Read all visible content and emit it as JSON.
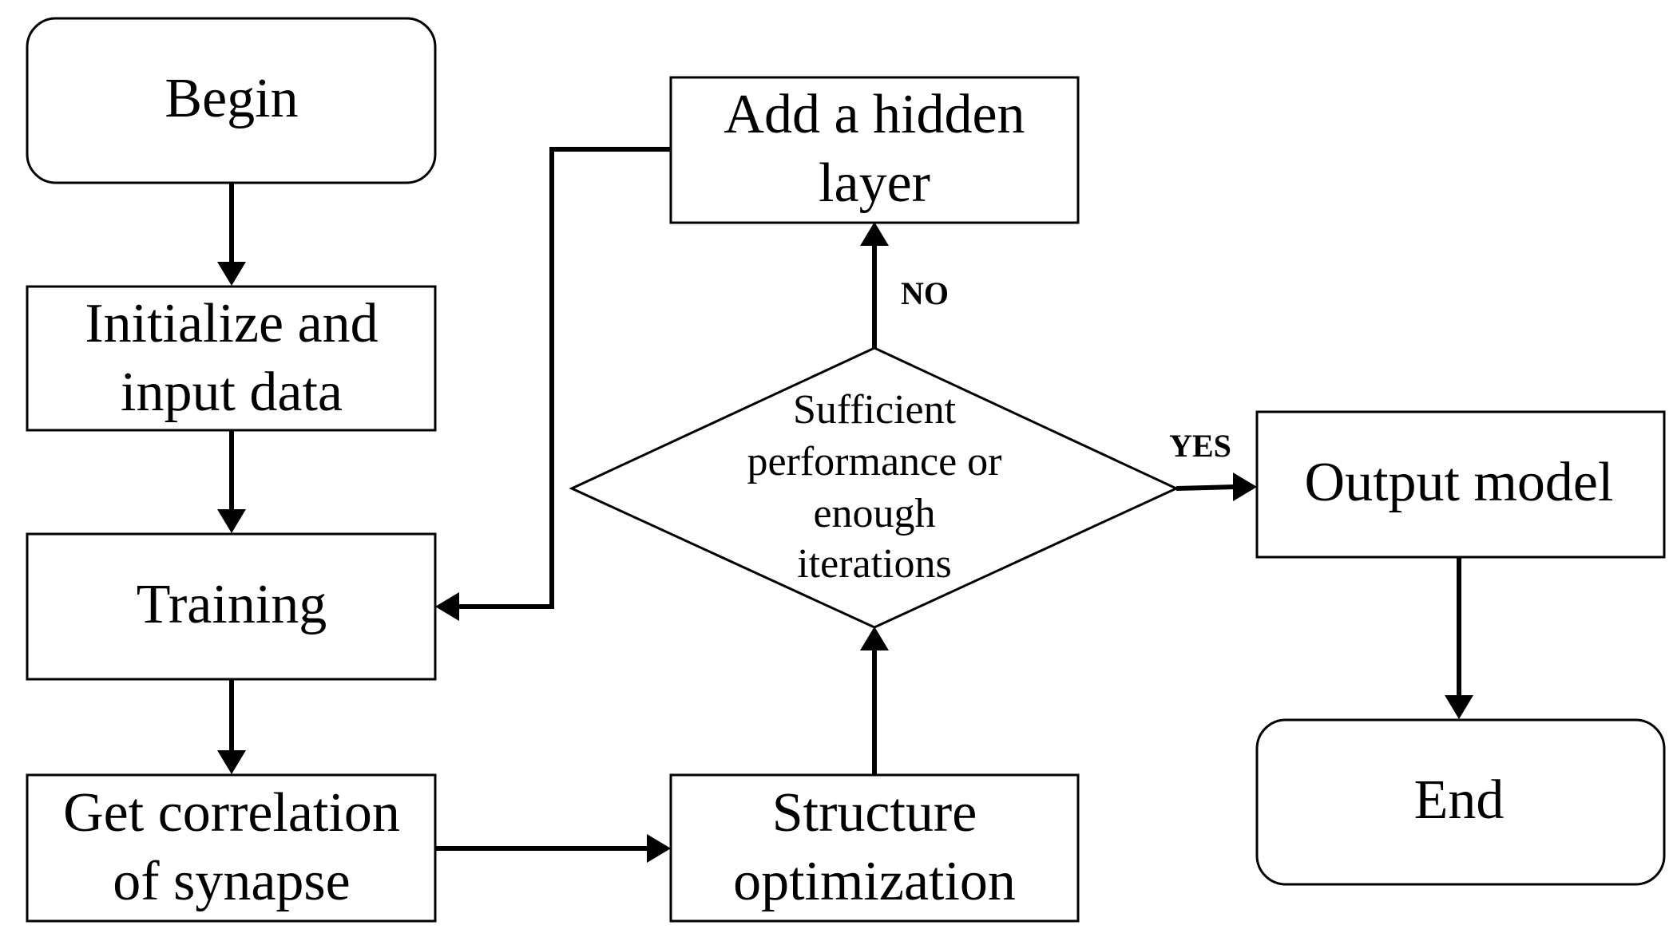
{
  "nodes": {
    "begin": {
      "label": "Begin",
      "shape": "terminator"
    },
    "initialize": {
      "lines": [
        "Initialize and",
        "input data"
      ],
      "shape": "process"
    },
    "training": {
      "label": "Training",
      "shape": "process"
    },
    "correlation": {
      "lines": [
        "Get correlation",
        "of synapse"
      ],
      "shape": "process"
    },
    "structure": {
      "lines": [
        "Structure",
        "optimization"
      ],
      "shape": "process"
    },
    "decision": {
      "lines": [
        "Sufficient",
        "performance or",
        "enough",
        "iterations"
      ],
      "shape": "decision"
    },
    "hidden_layer": {
      "lines": [
        "Add a hidden",
        "layer"
      ],
      "shape": "process"
    },
    "output": {
      "label": "Output model",
      "shape": "process"
    },
    "end": {
      "label": "End",
      "shape": "terminator"
    }
  },
  "edges": [
    {
      "from": "begin",
      "to": "initialize",
      "label": ""
    },
    {
      "from": "initialize",
      "to": "training",
      "label": ""
    },
    {
      "from": "training",
      "to": "correlation",
      "label": ""
    },
    {
      "from": "correlation",
      "to": "structure",
      "label": ""
    },
    {
      "from": "structure",
      "to": "decision",
      "label": ""
    },
    {
      "from": "decision",
      "to": "hidden_layer",
      "label": "NO"
    },
    {
      "from": "hidden_layer",
      "to": "training",
      "label": ""
    },
    {
      "from": "decision",
      "to": "output",
      "label": "YES"
    },
    {
      "from": "output",
      "to": "end",
      "label": ""
    }
  ],
  "labels": {
    "no": "NO",
    "yes": "YES"
  }
}
